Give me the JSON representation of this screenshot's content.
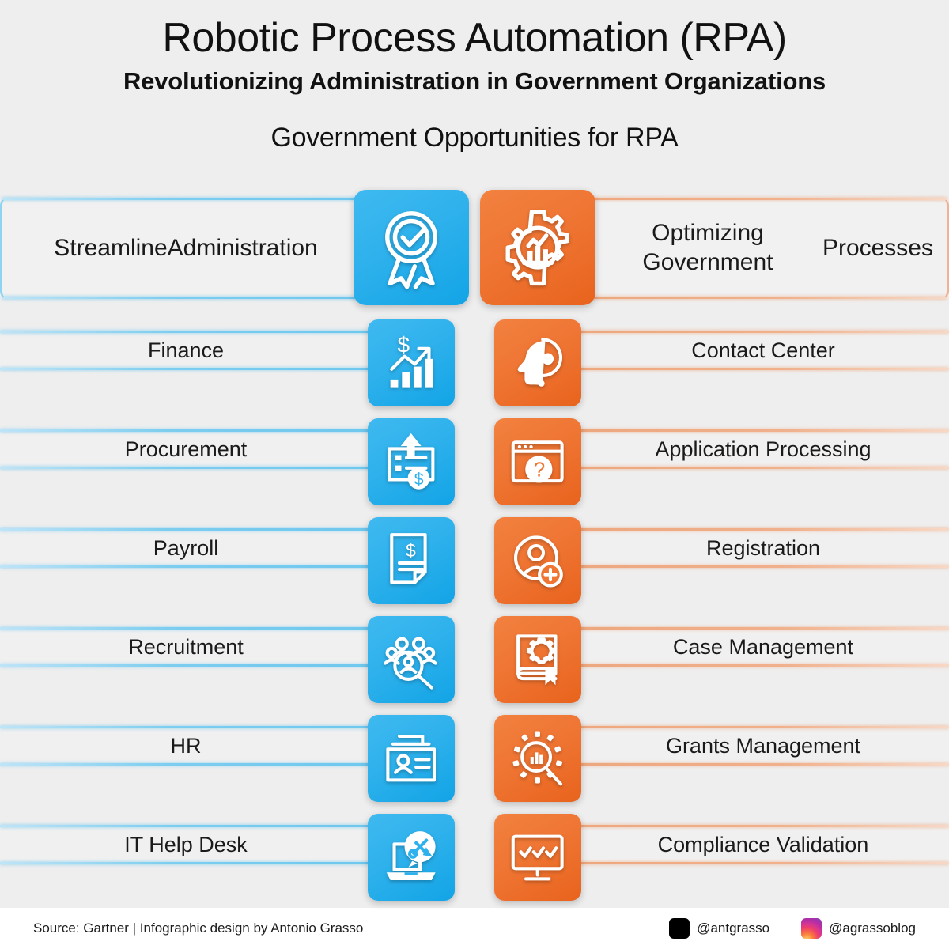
{
  "header": {
    "main_title": "Robotic Process Automation (RPA)",
    "sub_title": "Revolutionizing Administration in Government Organizations",
    "section_title": "Government Opportunities for RPA"
  },
  "colors": {
    "background": "#eeeeee",
    "blue_accent": "#2eb1ec",
    "orange_accent": "#ef7533",
    "blue_rule": "#7ccdf0",
    "orange_rule": "#f0b08b",
    "footer_background": "#ffffff",
    "text": "#1a1a1a"
  },
  "rows": [
    {
      "left_label": "Streamline\nAdministration",
      "right_label": "Optimizing Government\nProcesses",
      "left_icon": "award-ribbon-check-icon",
      "right_icon": "gear-bar-chart-icon",
      "is_header": true
    },
    {
      "left_label": "Finance",
      "right_label": "Contact Center",
      "left_icon": "dollar-growth-chart-icon",
      "right_icon": "headset-agent-icon",
      "is_header": false
    },
    {
      "left_label": "Procurement",
      "right_label": "Application Processing",
      "left_icon": "purchase-order-upload-icon",
      "right_icon": "browser-question-icon",
      "is_header": false
    },
    {
      "left_label": "Payroll",
      "right_label": "Registration",
      "left_icon": "payslip-dollar-icon",
      "right_icon": "user-add-icon",
      "is_header": false
    },
    {
      "left_label": "Recruitment",
      "right_label": "Case Management",
      "left_icon": "people-search-icon",
      "right_icon": "book-gear-bookmark-icon",
      "is_header": false
    },
    {
      "left_label": "HR",
      "right_label": "Grants Management",
      "left_icon": "employee-badge-icon",
      "right_icon": "magnifier-bar-chart-icon",
      "is_header": false
    },
    {
      "left_label": "IT Help Desk",
      "right_label": "Compliance Validation",
      "left_icon": "laptop-support-tools-icon",
      "right_icon": "monitor-checkmarks-icon",
      "is_header": false
    }
  ],
  "footer": {
    "source": "Source: Gartner | Infographic design by Antonio Grasso",
    "socials": [
      {
        "platform": "x-icon",
        "handle": "@antgrasso"
      },
      {
        "platform": "instagram-icon",
        "handle": "@agrassoblog"
      }
    ]
  }
}
